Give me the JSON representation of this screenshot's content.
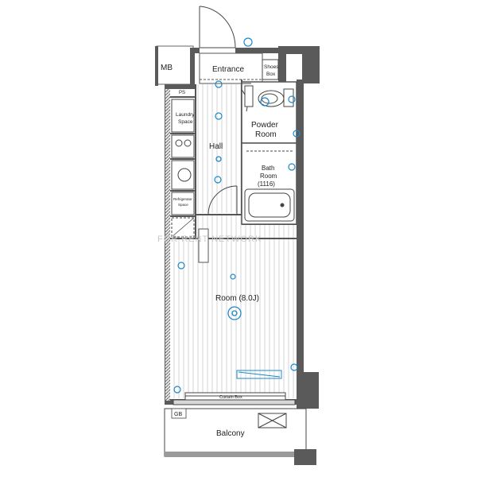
{
  "labels": {
    "mb": "MB",
    "entrance": "Entrance",
    "shoes_box_1": "Shoes",
    "shoes_box_2": "Box",
    "ps": "PS",
    "laundry_1": "Laundry",
    "laundry_2": "Space",
    "hall": "Hall",
    "powder_1": "Powder",
    "powder_2": "Room",
    "bath_1": "Bath",
    "bath_2": "Room",
    "bath_3": "(1116)",
    "refrigerator_1": "Refrigerator",
    "refrigerator_2": "Space",
    "room": "Room (8.0J)",
    "curtain_box": "Curtain Box",
    "gb": "GB",
    "balcony": "Balcony"
  },
  "watermark": "FOR RENT NETWORK",
  "colors": {
    "wall": "#5a5a5a",
    "floor_stripe": "#dcdcdc",
    "equipment": "#1e88c8",
    "line": "#444444"
  },
  "icons": [
    "door-swing-icon",
    "outlet-icon",
    "ceiling-light-icon",
    "toilet-icon",
    "sink-icon",
    "bathtub-icon",
    "stove-icon",
    "aircon-icon"
  ]
}
